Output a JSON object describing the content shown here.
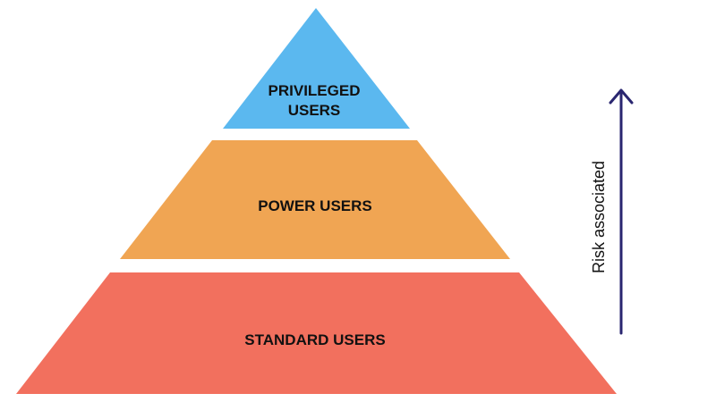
{
  "pyramid": {
    "tiers": [
      {
        "lines": [
          "PRIVILEGED",
          "USERS"
        ],
        "color": "#5bb8ef"
      },
      {
        "lines": [
          "POWER USERS"
        ],
        "color": "#f0a553"
      },
      {
        "lines": [
          "STANDARD USERS"
        ],
        "color": "#f2705e"
      }
    ]
  },
  "risk_axis": {
    "label": "Risk associated",
    "arrow_color": "#2a2670",
    "direction": "up"
  }
}
